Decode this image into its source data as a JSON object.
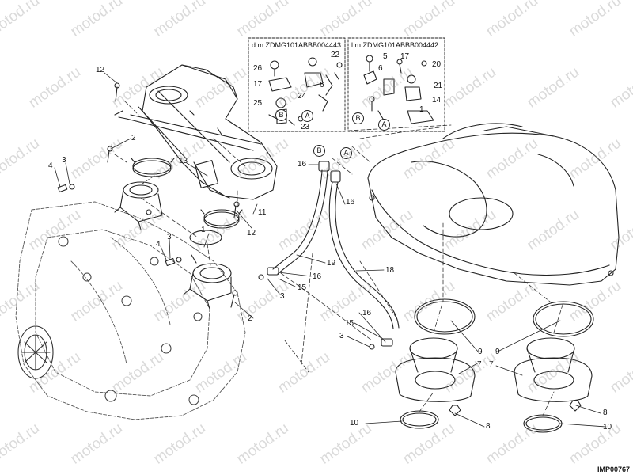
{
  "watermark_text": "motod.ru",
  "drawing_code": "IMP00767",
  "insets": [
    {
      "title": "d.m ZDMG101ABBB004443"
    },
    {
      "title": "l.m ZDMG101ABBB004442"
    }
  ],
  "circle_markers": [
    "B",
    "A",
    "B",
    "A",
    "B",
    "A"
  ],
  "callouts": [
    "12",
    "2",
    "4",
    "3",
    "13",
    "3",
    "4",
    "1",
    "12",
    "11",
    "2",
    "16",
    "16",
    "19",
    "18",
    "16",
    "15",
    "3",
    "15",
    "16",
    "3",
    "9",
    "9",
    "7",
    "7",
    "10",
    "8",
    "10",
    "8",
    "26",
    "17",
    "25",
    "22",
    "6",
    "24",
    "23",
    "5",
    "17",
    "20",
    "6",
    "21",
    "14",
    "1"
  ]
}
